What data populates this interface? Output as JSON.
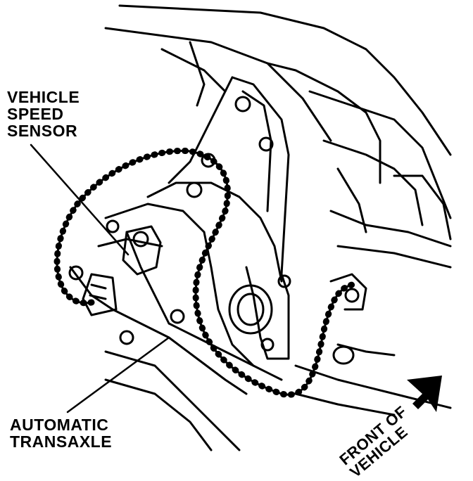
{
  "labels": {
    "vehicle_speed_sensor": [
      "VEHICLE",
      "SPEED",
      "SENSOR"
    ],
    "automatic_transaxle": [
      "AUTOMATIC",
      "TRANSAXLE"
    ],
    "front_of_vehicle": [
      "FRONT OF",
      "VEHICLE"
    ]
  },
  "colors": {
    "ink": "#000000",
    "paper": "#ffffff"
  }
}
